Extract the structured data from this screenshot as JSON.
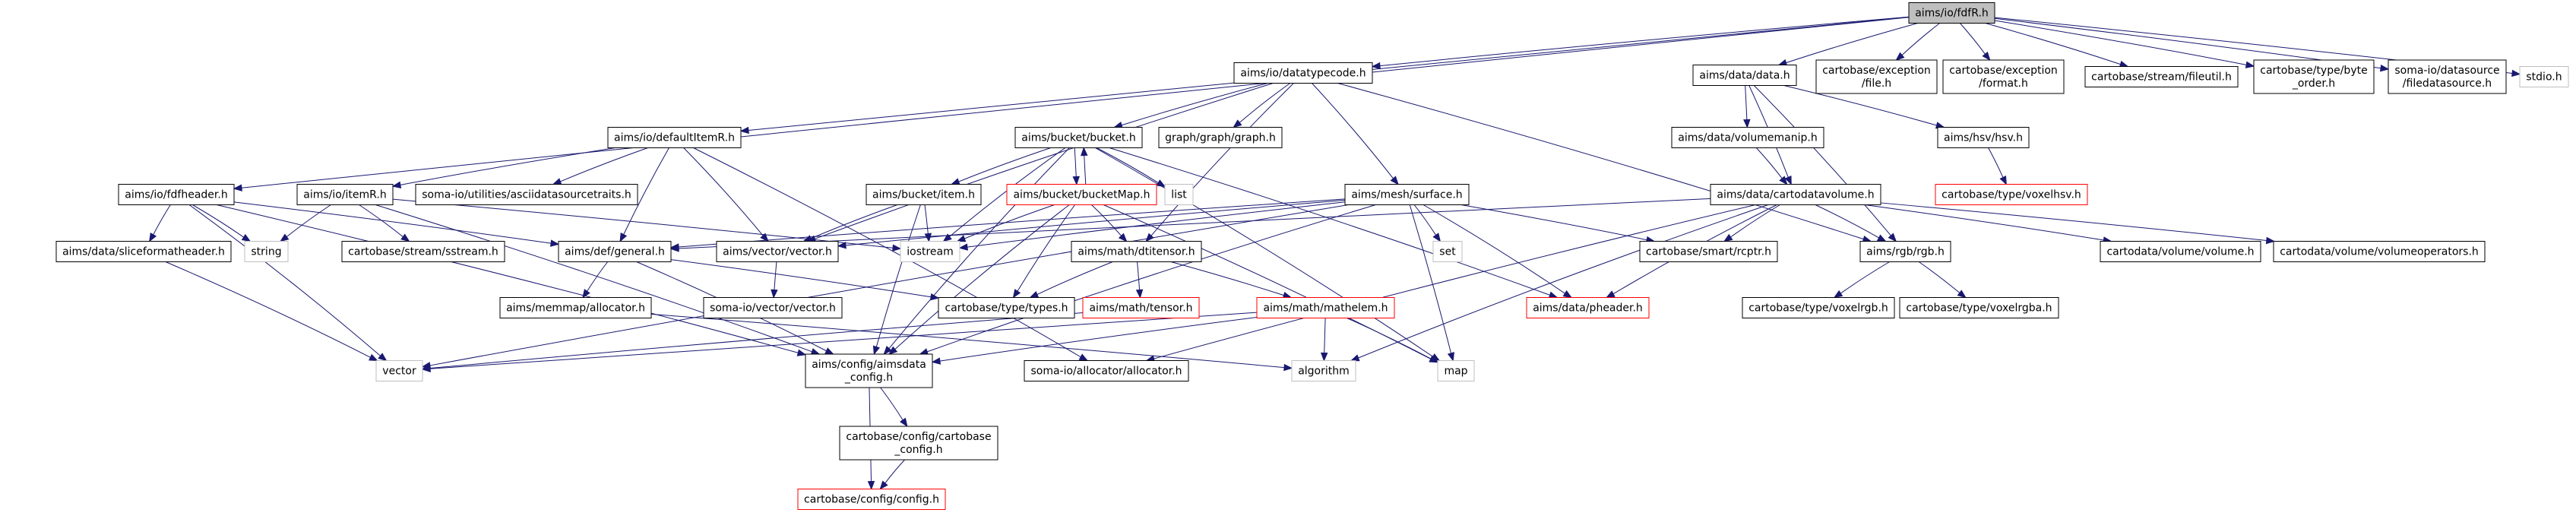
{
  "diagram": {
    "type": "include-dependency-graph",
    "colors": {
      "edge": "#191970",
      "root_fill": "#bfbfbf",
      "documented_border": "#000000",
      "undocumented_border": "#ff0000",
      "external_border": "#bfbfbf",
      "external_text": "#404040"
    },
    "nodes": [
      {
        "id": "root",
        "lines": [
          "aims/io/fdfR.h"
        ],
        "kind": "root"
      },
      {
        "id": "datatypecode",
        "lines": [
          "aims/io/datatypecode.h"
        ],
        "kind": "doc"
      },
      {
        "id": "aimsdata",
        "lines": [
          "aims/data/data.h"
        ],
        "kind": "doc"
      },
      {
        "id": "exc_file",
        "lines": [
          "cartobase/exception",
          "/file.h"
        ],
        "kind": "doc"
      },
      {
        "id": "exc_format",
        "lines": [
          "cartobase/exception",
          "/format.h"
        ],
        "kind": "doc"
      },
      {
        "id": "fileutil",
        "lines": [
          "cartobase/stream/fileutil.h"
        ],
        "kind": "doc"
      },
      {
        "id": "byteorder",
        "lines": [
          "cartobase/type/byte",
          "_order.h"
        ],
        "kind": "doc"
      },
      {
        "id": "filedatasource",
        "lines": [
          "soma-io/datasource",
          "/filedatasource.h"
        ],
        "kind": "doc"
      },
      {
        "id": "stdio",
        "lines": [
          "stdio.h"
        ],
        "kind": "ext"
      },
      {
        "id": "defaultItemR",
        "lines": [
          "aims/io/defaultItemR.h"
        ],
        "kind": "doc"
      },
      {
        "id": "bucket",
        "lines": [
          "aims/bucket/bucket.h"
        ],
        "kind": "doc"
      },
      {
        "id": "graph",
        "lines": [
          "graph/graph/graph.h"
        ],
        "kind": "doc"
      },
      {
        "id": "volumemanip",
        "lines": [
          "aims/data/volumemanip.h"
        ],
        "kind": "doc"
      },
      {
        "id": "hsv",
        "lines": [
          "aims/hsv/hsv.h"
        ],
        "kind": "doc"
      },
      {
        "id": "voxelhsv",
        "lines": [
          "cartobase/type/voxelhsv.h"
        ],
        "kind": "undoc"
      },
      {
        "id": "fdfheader",
        "lines": [
          "aims/io/fdfheader.h"
        ],
        "kind": "doc"
      },
      {
        "id": "asciids",
        "lines": [
          "soma-io/utilities/asciidatasourcetraits.h"
        ],
        "kind": "doc"
      },
      {
        "id": "itemR",
        "lines": [
          "aims/io/itemR.h"
        ],
        "kind": "doc"
      },
      {
        "id": "list",
        "lines": [
          "list"
        ],
        "kind": "ext"
      },
      {
        "id": "item",
        "lines": [
          "aims/bucket/item.h"
        ],
        "kind": "doc"
      },
      {
        "id": "bucketMap",
        "lines": [
          "aims/bucket/bucketMap.h"
        ],
        "kind": "undoc"
      },
      {
        "id": "surface",
        "lines": [
          "aims/mesh/surface.h"
        ],
        "kind": "doc"
      },
      {
        "id": "cartodatavolume",
        "lines": [
          "aims/data/cartodatavolume.h"
        ],
        "kind": "doc"
      },
      {
        "id": "string",
        "lines": [
          "string"
        ],
        "kind": "ext"
      },
      {
        "id": "sstream",
        "lines": [
          "cartobase/stream/sstream.h"
        ],
        "kind": "doc"
      },
      {
        "id": "iostream",
        "lines": [
          "iostream"
        ],
        "kind": "ext"
      },
      {
        "id": "set",
        "lines": [
          "set"
        ],
        "kind": "ext"
      },
      {
        "id": "sliceformat",
        "lines": [
          "aims/data/sliceformatheader.h"
        ],
        "kind": "doc"
      },
      {
        "id": "general",
        "lines": [
          "aims/def/general.h"
        ],
        "kind": "doc"
      },
      {
        "id": "vectorh",
        "lines": [
          "aims/vector/vector.h"
        ],
        "kind": "doc"
      },
      {
        "id": "dtitensor",
        "lines": [
          "aims/math/dtitensor.h"
        ],
        "kind": "doc"
      },
      {
        "id": "rcptr",
        "lines": [
          "cartobase/smart/rcptr.h"
        ],
        "kind": "doc"
      },
      {
        "id": "rgb",
        "lines": [
          "aims/rgb/rgb.h"
        ],
        "kind": "doc"
      },
      {
        "id": "cvolume",
        "lines": [
          "cartodata/volume/volume.h"
        ],
        "kind": "doc"
      },
      {
        "id": "volops",
        "lines": [
          "cartodata/volume/volumeoperators.h"
        ],
        "kind": "doc"
      },
      {
        "id": "somavector",
        "lines": [
          "soma-io/vector/vector.h"
        ],
        "kind": "doc"
      },
      {
        "id": "memmap",
        "lines": [
          "aims/memmap/allocator.h"
        ],
        "kind": "doc"
      },
      {
        "id": "types",
        "lines": [
          "cartobase/type/types.h"
        ],
        "kind": "doc"
      },
      {
        "id": "tensor",
        "lines": [
          "aims/math/tensor.h"
        ],
        "kind": "undoc"
      },
      {
        "id": "mathelem",
        "lines": [
          "aims/math/mathelem.h"
        ],
        "kind": "undoc"
      },
      {
        "id": "pheader",
        "lines": [
          "aims/data/pheader.h"
        ],
        "kind": "undoc"
      },
      {
        "id": "voxelrgb",
        "lines": [
          "cartobase/type/voxelrgb.h"
        ],
        "kind": "doc"
      },
      {
        "id": "voxelrgba",
        "lines": [
          "cartobase/type/voxelrgba.h"
        ],
        "kind": "doc"
      },
      {
        "id": "vector",
        "lines": [
          "vector"
        ],
        "kind": "ext"
      },
      {
        "id": "aimsconfig",
        "lines": [
          "aims/config/aimsdata",
          "_config.h"
        ],
        "kind": "doc"
      },
      {
        "id": "somaalloc",
        "lines": [
          "soma-io/allocator/allocator.h"
        ],
        "kind": "doc"
      },
      {
        "id": "algorithm",
        "lines": [
          "algorithm"
        ],
        "kind": "ext"
      },
      {
        "id": "map",
        "lines": [
          "map"
        ],
        "kind": "ext"
      },
      {
        "id": "cbconfig",
        "lines": [
          "cartobase/config/cartobase",
          "_config.h"
        ],
        "kind": "doc"
      },
      {
        "id": "config",
        "lines": [
          "cartobase/config/config.h"
        ],
        "kind": "undoc"
      }
    ],
    "edges": [
      [
        "root",
        "datatypecode"
      ],
      [
        "root",
        "aimsdata"
      ],
      [
        "root",
        "exc_file"
      ],
      [
        "root",
        "exc_format"
      ],
      [
        "root",
        "fileutil"
      ],
      [
        "root",
        "byteorder"
      ],
      [
        "root",
        "filedatasource"
      ],
      [
        "root",
        "stdio"
      ],
      [
        "root",
        "defaultItemR"
      ],
      [
        "root",
        "fdfheader"
      ],
      [
        "datatypecode",
        "bucket"
      ],
      [
        "datatypecode",
        "graph"
      ],
      [
        "datatypecode",
        "surface"
      ],
      [
        "datatypecode",
        "dtitensor"
      ],
      [
        "datatypecode",
        "rgb"
      ],
      [
        "datatypecode",
        "vectorh"
      ],
      [
        "aimsdata",
        "volumemanip"
      ],
      [
        "aimsdata",
        "hsv"
      ],
      [
        "aimsdata",
        "cartodatavolume"
      ],
      [
        "aimsdata",
        "rgb"
      ],
      [
        "volumemanip",
        "cartodatavolume"
      ],
      [
        "hsv",
        "voxelhsv"
      ],
      [
        "defaultItemR",
        "itemR"
      ],
      [
        "defaultItemR",
        "asciids"
      ],
      [
        "defaultItemR",
        "general"
      ],
      [
        "defaultItemR",
        "vectorh"
      ],
      [
        "defaultItemR",
        "somaalloc"
      ],
      [
        "bucket",
        "item"
      ],
      [
        "bucket",
        "bucketMap"
      ],
      [
        "bucket",
        "list"
      ],
      [
        "bucket",
        "iostream"
      ],
      [
        "bucket",
        "aimsconfig"
      ],
      [
        "bucket",
        "pheader"
      ],
      [
        "bucket",
        "map"
      ],
      [
        "bucketMap",
        "bucket"
      ],
      [
        "bucketMap",
        "iostream"
      ],
      [
        "bucketMap",
        "dtitensor"
      ],
      [
        "bucketMap",
        "types"
      ],
      [
        "bucketMap",
        "aimsconfig"
      ],
      [
        "bucketMap",
        "map"
      ],
      [
        "item",
        "iostream"
      ],
      [
        "item",
        "vectorh"
      ],
      [
        "item",
        "aimsconfig"
      ],
      [
        "fdfheader",
        "string"
      ],
      [
        "fdfheader",
        "sliceformat"
      ],
      [
        "fdfheader",
        "general"
      ],
      [
        "fdfheader",
        "vector"
      ],
      [
        "fdfheader",
        "aimsconfig"
      ],
      [
        "itemR",
        "string"
      ],
      [
        "itemR",
        "sstream"
      ],
      [
        "itemR",
        "iostream"
      ],
      [
        "itemR",
        "aimsconfig"
      ],
      [
        "surface",
        "iostream"
      ],
      [
        "surface",
        "general"
      ],
      [
        "surface",
        "vectorh"
      ],
      [
        "surface",
        "set"
      ],
      [
        "surface",
        "rcptr"
      ],
      [
        "surface",
        "pheader"
      ],
      [
        "surface",
        "map"
      ],
      [
        "surface",
        "vector"
      ],
      [
        "surface",
        "aimsconfig"
      ],
      [
        "cartodatavolume",
        "general"
      ],
      [
        "cartodatavolume",
        "rcptr"
      ],
      [
        "cartodatavolume",
        "rgb"
      ],
      [
        "cartodatavolume",
        "cvolume"
      ],
      [
        "cartodatavolume",
        "volops"
      ],
      [
        "cartodatavolume",
        "pheader"
      ],
      [
        "cartodatavolume",
        "somaalloc"
      ],
      [
        "cartodatavolume",
        "algorithm"
      ],
      [
        "sliceformat",
        "vector"
      ],
      [
        "general",
        "memmap"
      ],
      [
        "general",
        "types"
      ],
      [
        "general",
        "aimsconfig"
      ],
      [
        "vectorh",
        "somavector"
      ],
      [
        "dtitensor",
        "tensor"
      ],
      [
        "dtitensor",
        "mathelem"
      ],
      [
        "dtitensor",
        "types"
      ],
      [
        "tensor",
        "vector"
      ],
      [
        "mathelem",
        "algorithm"
      ],
      [
        "mathelem",
        "map"
      ],
      [
        "mathelem",
        "aimsconfig"
      ],
      [
        "mathelem",
        "vector"
      ],
      [
        "rgb",
        "voxelrgb"
      ],
      [
        "rgb",
        "voxelrgba"
      ],
      [
        "memmap",
        "algorithm"
      ],
      [
        "aimsconfig",
        "cbconfig"
      ],
      [
        "aimsconfig",
        "config"
      ],
      [
        "cbconfig",
        "config"
      ]
    ]
  }
}
